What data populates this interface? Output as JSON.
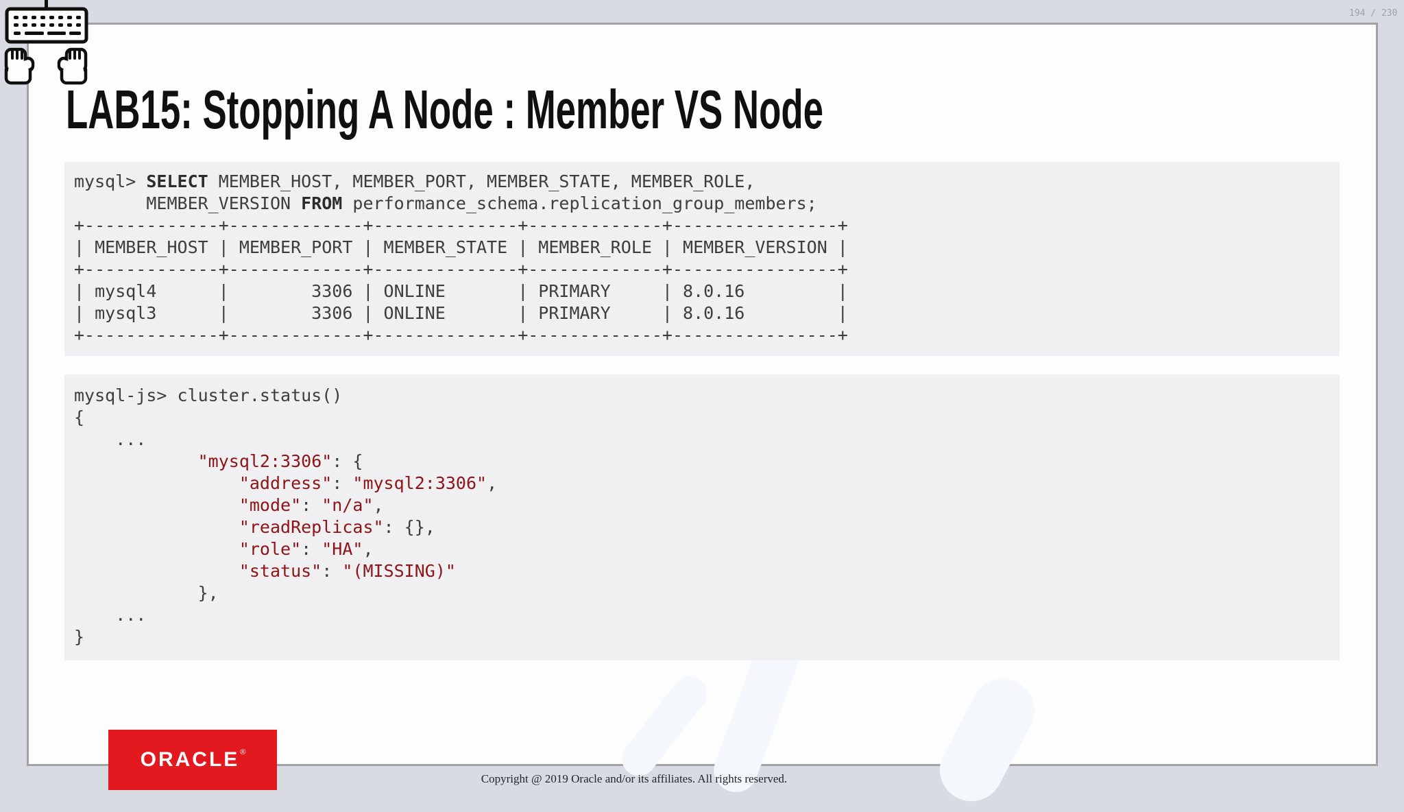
{
  "page": {
    "counter": "194 / 230"
  },
  "slide": {
    "title": "LAB15: Stopping A Node : Member VS Node"
  },
  "icons": {
    "top_left": [
      "keyboard-icon",
      "hand-icon-left",
      "hand-icon-right"
    ]
  },
  "logo": {
    "label": "ORACLE",
    "registered_mark": "®"
  },
  "footer": {
    "copyright": "Copyright @ 2019 Oracle and/or its affiliates. All rights reserved."
  },
  "colors": {
    "canvas_bg": "#d8dce2",
    "slide_bg": "#fdfdfe",
    "slide_border": "#a2a2a4",
    "code_bg": "#f0eff1",
    "code_text": "#3d3d3d",
    "code_string_red": "#8e1418",
    "oracle_red": "#e2191f",
    "counter_text": "#9aa1ab"
  },
  "result_table": {
    "headers": [
      "MEMBER_HOST",
      "MEMBER_PORT",
      "MEMBER_STATE",
      "MEMBER_ROLE",
      "MEMBER_VERSION"
    ],
    "rows": [
      [
        "mysql4",
        "3306",
        "ONLINE",
        "PRIMARY",
        "8.0.16"
      ],
      [
        "mysql3",
        "3306",
        "ONLINE",
        "PRIMARY",
        "8.0.16"
      ]
    ]
  },
  "code_blocks": [
    {
      "name": "sql-query-output",
      "lines": [
        [
          {
            "t": "mysql> "
          },
          {
            "t": "SELECT",
            "s": "bold"
          },
          {
            "t": " MEMBER_HOST, MEMBER_PORT, MEMBER_STATE, MEMBER_ROLE,"
          }
        ],
        [
          {
            "t": "       MEMBER_VERSION "
          },
          {
            "t": "FROM",
            "s": "bold"
          },
          {
            "t": " performance_schema.replication_group_members;"
          }
        ],
        [
          {
            "t": "+-------------+-------------+--------------+-------------+----------------+"
          }
        ],
        [
          {
            "t": "| MEMBER_HOST | MEMBER_PORT | MEMBER_STATE | MEMBER_ROLE | MEMBER_VERSION |"
          }
        ],
        [
          {
            "t": "+-------------+-------------+--------------+-------------+----------------+"
          }
        ],
        [
          {
            "t": "| mysql4      |        3306 | ONLINE       | PRIMARY     | 8.0.16         |"
          }
        ],
        [
          {
            "t": "| mysql3      |        3306 | ONLINE       | PRIMARY     | 8.0.16         |"
          }
        ],
        [
          {
            "t": "+-------------+-------------+--------------+-------------+----------------+"
          }
        ]
      ]
    },
    {
      "name": "cluster-status-output",
      "lines": [
        [
          {
            "t": "mysql-js> cluster.status()"
          }
        ],
        [
          {
            "t": "{"
          }
        ],
        [
          {
            "t": "    ..."
          }
        ],
        [
          {
            "t": "            "
          },
          {
            "t": "\"mysql2:3306\"",
            "s": "red"
          },
          {
            "t": ": {"
          }
        ],
        [
          {
            "t": "                "
          },
          {
            "t": "\"address\"",
            "s": "red"
          },
          {
            "t": ": "
          },
          {
            "t": "\"mysql2:3306\"",
            "s": "red"
          },
          {
            "t": ","
          }
        ],
        [
          {
            "t": "                "
          },
          {
            "t": "\"mode\"",
            "s": "red"
          },
          {
            "t": ": "
          },
          {
            "t": "\"n/a\"",
            "s": "red"
          },
          {
            "t": ","
          }
        ],
        [
          {
            "t": "                "
          },
          {
            "t": "\"readReplicas\"",
            "s": "red"
          },
          {
            "t": ": {},"
          }
        ],
        [
          {
            "t": "                "
          },
          {
            "t": "\"role\"",
            "s": "red"
          },
          {
            "t": ": "
          },
          {
            "t": "\"HA\"",
            "s": "red"
          },
          {
            "t": ","
          }
        ],
        [
          {
            "t": "                "
          },
          {
            "t": "\"status\"",
            "s": "red"
          },
          {
            "t": ": "
          },
          {
            "t": "\"(MISSING)\"",
            "s": "red"
          }
        ],
        [
          {
            "t": "            },"
          }
        ],
        [
          {
            "t": "    ..."
          }
        ],
        [
          {
            "t": "}"
          }
        ]
      ]
    }
  ]
}
